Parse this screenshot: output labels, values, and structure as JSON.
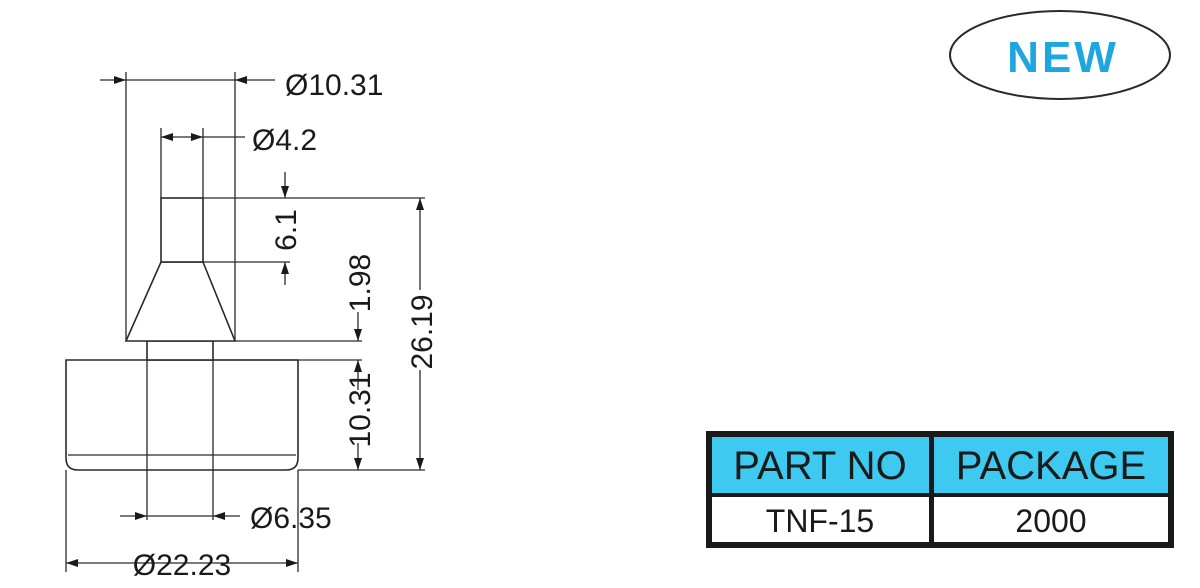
{
  "badge": {
    "label": "NEW",
    "color": "#1ea6e0"
  },
  "dimensions": {
    "top_diameter": "Ø10.31",
    "tip_diameter": "Ø4.2",
    "tip_height": "6.1",
    "neck_height": "1.98",
    "total_height": "26.19",
    "base_height": "10.31",
    "neck_diameter": "Ø6.35",
    "base_diameter": "Ø22.23"
  },
  "table": {
    "header_color": "#3ec9f0",
    "headers": [
      "PART NO",
      "PACKAGE"
    ],
    "rows": [
      [
        "TNF-15",
        "2000"
      ]
    ]
  }
}
